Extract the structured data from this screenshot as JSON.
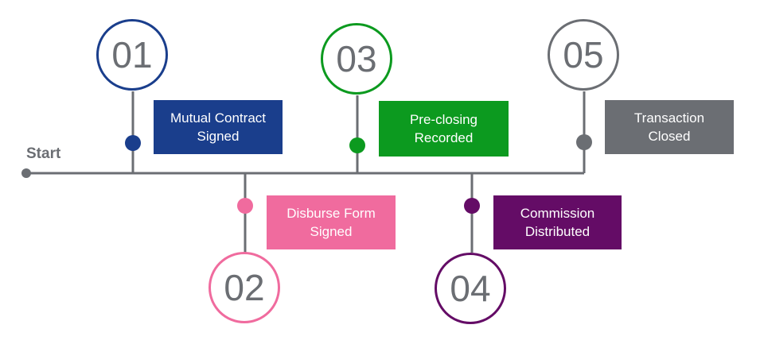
{
  "start_label": "Start",
  "steps": [
    {
      "number": "01",
      "label": "Mutual Contract\nSigned",
      "color": "#1a3e8c"
    },
    {
      "number": "02",
      "label": "Disburse Form\nSigned",
      "color": "#f06b9e"
    },
    {
      "number": "03",
      "label": "Pre-closing\nRecorded",
      "color": "#0c9a1f"
    },
    {
      "number": "04",
      "label": "Commission\nDistributed",
      "color": "#640c66"
    },
    {
      "number": "05",
      "label": "Transaction\nClosed",
      "color": "#6b6e73"
    }
  ],
  "line_color": "#6b6e73"
}
